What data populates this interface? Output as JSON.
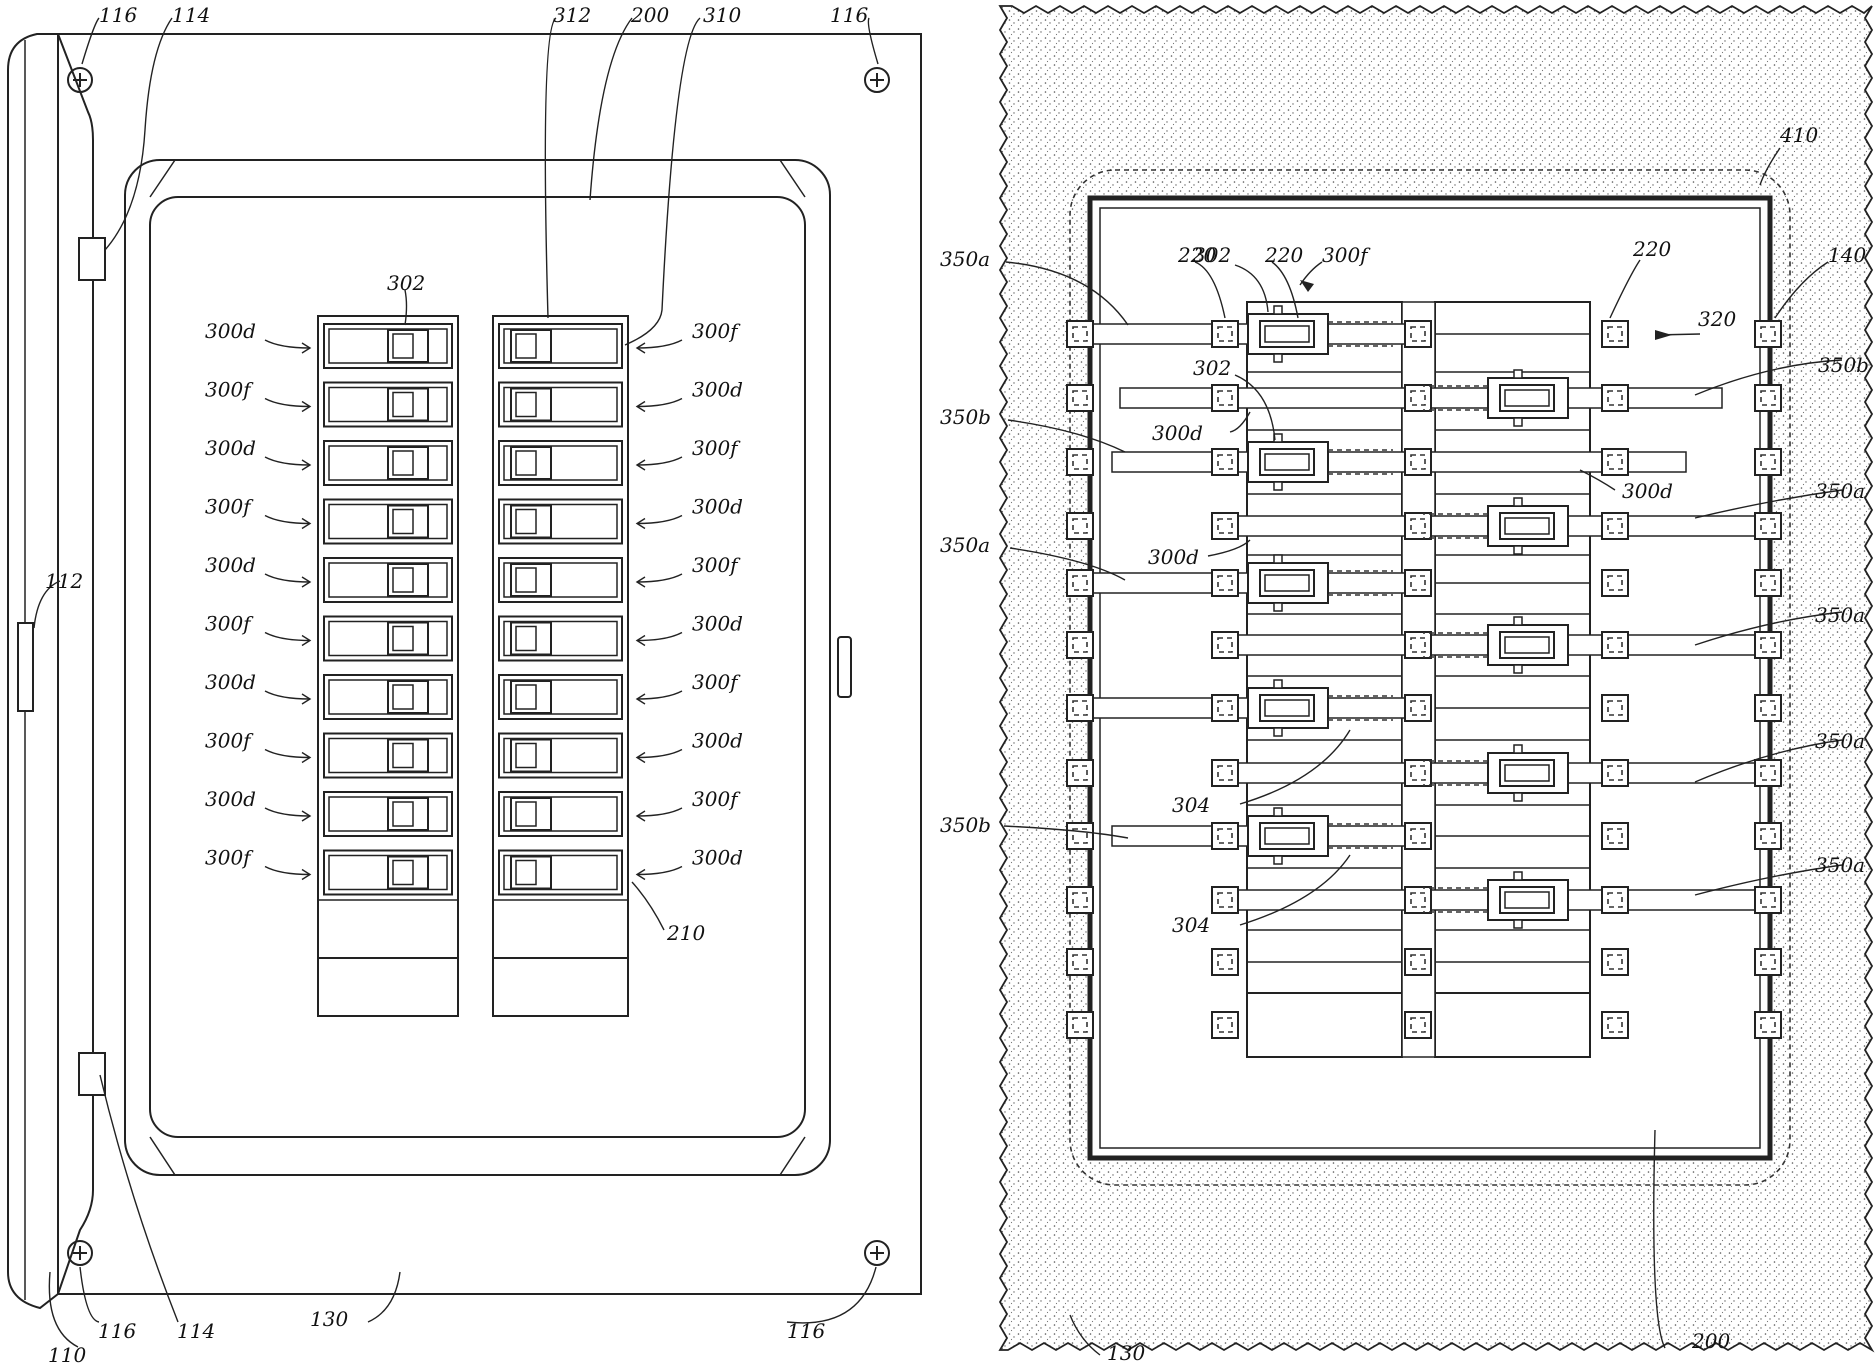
{
  "colors": {
    "line": "#222222",
    "stipple_dot": "#555555",
    "background": "#ffffff"
  },
  "left_view": {
    "labels": {
      "door": "110",
      "latch": "112",
      "hinge_upper": "114",
      "hinge_lower": "114",
      "screw_tl": "116",
      "screw_tr": "116",
      "screw_bl": "116",
      "screw_br": "116",
      "wall": "130",
      "panel": "200",
      "breaker_column": "210",
      "toggle": "302",
      "breaker_face": "310",
      "breaker_handle": "312"
    },
    "left_breakers": [
      "300d",
      "300f",
      "300d",
      "300f",
      "300d",
      "300f",
      "300d",
      "300f",
      "300d",
      "300f"
    ],
    "right_breakers": [
      "300f",
      "300d",
      "300f",
      "300d",
      "300f",
      "300d",
      "300f",
      "300d",
      "300f",
      "300d"
    ]
  },
  "right_view": {
    "labels": {
      "wall": "130",
      "opening": "140",
      "panel": "200",
      "bus_top_left": "220",
      "bus_top_center": "220",
      "bus_top_right": "220",
      "toggle_a": "302",
      "toggle_b": "302",
      "breaker_top": "300f",
      "breaker_d1": "300d",
      "breaker_d2": "300d",
      "breaker_d3": "300d",
      "contact_a": "304",
      "contact_b": "304",
      "terminal": "320",
      "boundary": "410",
      "trace_a1": "350a",
      "trace_b1": "350b",
      "trace_b2": "350b",
      "trace_a2": "350a",
      "trace_a3": "350a",
      "trace_a4": "350a",
      "trace_a5": "350a",
      "trace_b3": "350b",
      "trace_a6": "350a"
    }
  }
}
